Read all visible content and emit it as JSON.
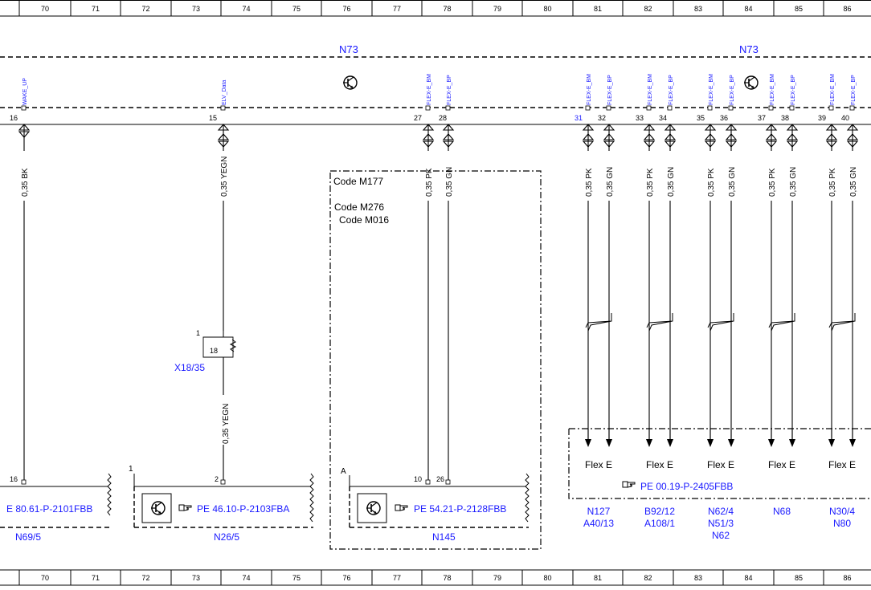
{
  "ruler": {
    "columns": [
      "70",
      "71",
      "72",
      "73",
      "74",
      "75",
      "76",
      "77",
      "78",
      "79",
      "80",
      "81",
      "82",
      "83",
      "84",
      "85",
      "86"
    ]
  },
  "control_unit": {
    "name": "N73"
  },
  "pins": [
    {
      "number": "16",
      "signal": "WAKE_UP"
    },
    {
      "number": "15",
      "signal": "ELV_Data"
    },
    {
      "number": "27",
      "signal": "FLEX-E_BM"
    },
    {
      "number": "28",
      "signal": "FLEX-E_BP"
    },
    {
      "number": "31",
      "signal": "FLEX-E_BM"
    },
    {
      "number": "32",
      "signal": "FLEX-E_BP"
    },
    {
      "number": "33",
      "signal": "FLEX-E_BM"
    },
    {
      "number": "34",
      "signal": "FLEX-E_BP"
    },
    {
      "number": "35",
      "signal": "FLEX-E_BM"
    },
    {
      "number": "36",
      "signal": "FLEX-E_BP"
    },
    {
      "number": "37",
      "signal": "FLEX-E_BM"
    },
    {
      "number": "38",
      "signal": "FLEX-E_BP"
    },
    {
      "number": "39",
      "signal": "FLEX-E_BM"
    },
    {
      "number": "40",
      "signal": "FLEX-E_BP"
    }
  ],
  "wires": [
    {
      "label": "0,35 BK"
    },
    {
      "label": "0,35 YEGN"
    },
    {
      "label": "0,35 PK"
    },
    {
      "label": "0,35 GN"
    },
    {
      "label": "0,35 PK"
    },
    {
      "label": "0,35 GN"
    },
    {
      "label": "0,35 PK"
    },
    {
      "label": "0,35 GN"
    },
    {
      "label": "0,35 PK"
    },
    {
      "label": "0,35 GN"
    },
    {
      "label": "0,35 PK"
    },
    {
      "label": "0,35 GN"
    },
    {
      "label": "0,35 PK"
    },
    {
      "label": "0,35 GN"
    }
  ],
  "lower_wire_label": "0,35 YEGN",
  "codes": [
    "Code M177",
    "Code M276",
    "Code M016"
  ],
  "connector_x18": {
    "name": "X18/35",
    "pin": "18",
    "side": "1"
  },
  "modules": [
    {
      "id": "n69",
      "pin": "16",
      "ref": "E 80.61-P-2101FBB",
      "name": "N69/5"
    },
    {
      "id": "n26",
      "pin": "2",
      "side": "1",
      "ref": "PE 46.10-P-2103FBA",
      "name": "N26/5"
    },
    {
      "id": "n145",
      "pins": [
        "10",
        "26"
      ],
      "side": "A",
      "ref": "PE 54.21-P-2128FBB",
      "name": "N145"
    }
  ],
  "flex_bus": {
    "ref": "PE 00.19-P-2405FBB",
    "label": "Flex E",
    "groups": [
      {
        "lines": [
          "N127",
          "A40/13"
        ]
      },
      {
        "lines": [
          "B92/12",
          "A108/1"
        ]
      },
      {
        "lines": [
          "N62/4",
          "N51/3",
          "N62"
        ]
      },
      {
        "lines": [
          "N68"
        ]
      },
      {
        "lines": [
          "N30/4",
          "N80"
        ]
      }
    ]
  },
  "colors": {
    "link": "#1a1aff",
    "line": "#000000"
  },
  "icons": [
    "transistor-icon",
    "reference-hand-icon"
  ]
}
